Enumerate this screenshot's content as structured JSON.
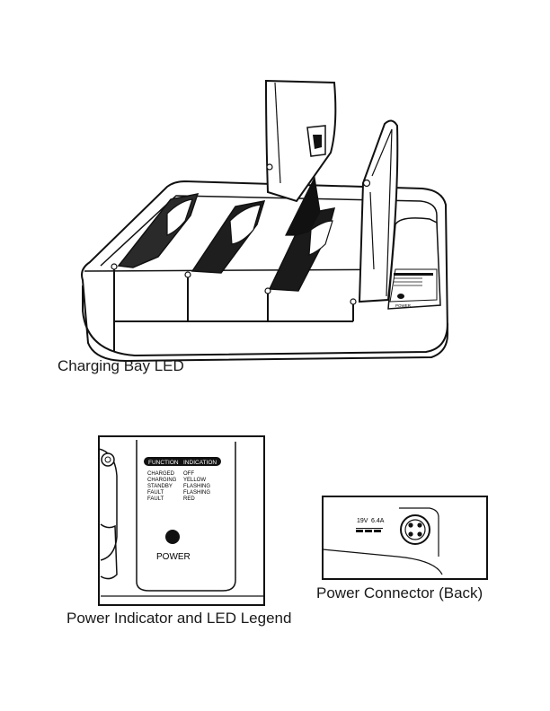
{
  "captions": {
    "charging_bay_led": "Charging Bay LED",
    "power_indicator_legend": "Power Indicator and LED Legend",
    "power_connector": "Power Connector (Back)"
  },
  "legend": {
    "header_function": "FUNCTION",
    "header_indication": "INDICATION",
    "rows": [
      {
        "function": "CHARGED",
        "indication": "OFF"
      },
      {
        "function": "CHARGING",
        "indication": "YELLOW"
      },
      {
        "function": "STANDBY",
        "indication": "FLASHING"
      },
      {
        "function": "FAULT",
        "indication": "FLASHING"
      },
      {
        "function": "FAULT",
        "indication": "RED"
      }
    ],
    "power_label": "POWER"
  },
  "cradle": {
    "power_label": "POWER"
  },
  "connector": {
    "voltage": "19V",
    "current": "6.4A"
  }
}
